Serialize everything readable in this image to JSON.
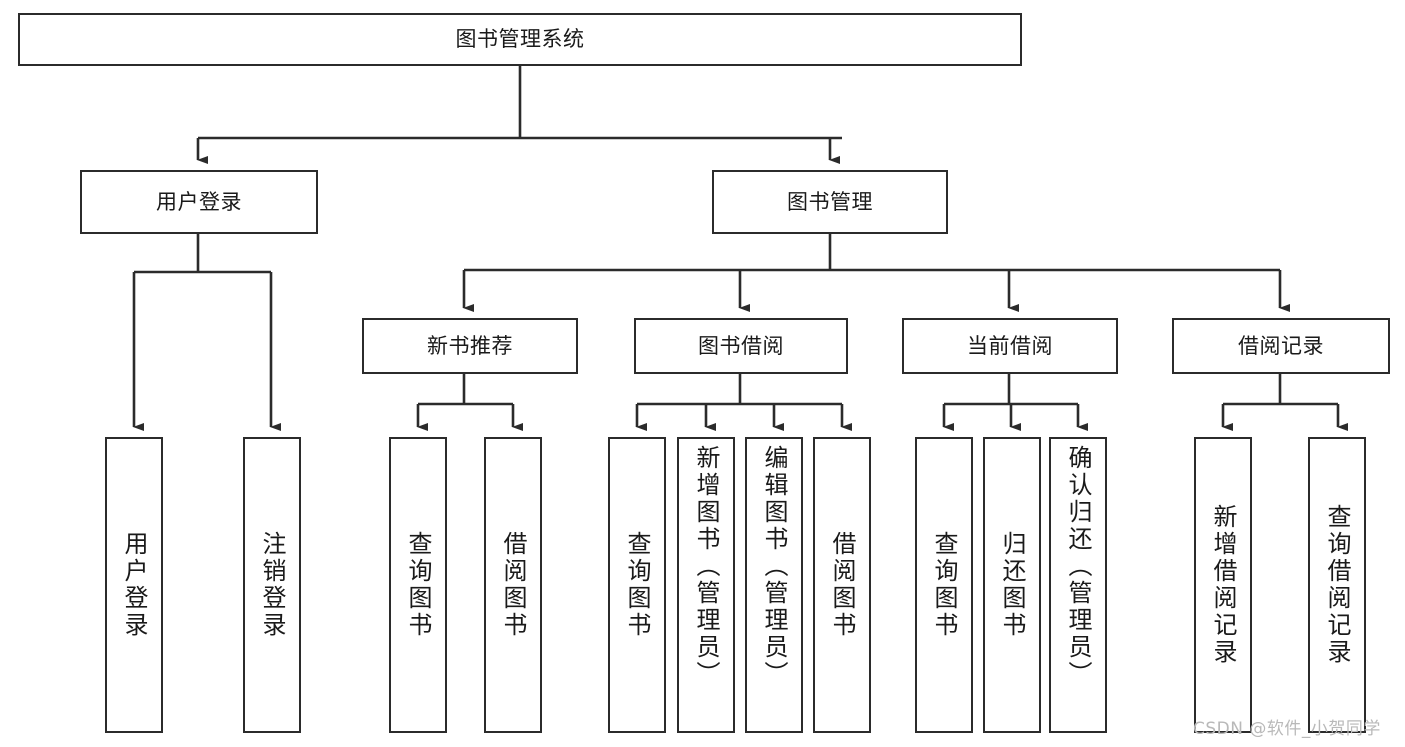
{
  "diagram": {
    "title": "图书管理系统",
    "type": "tree-hierarchy",
    "watermark": "CSDN @软件_小贺同学",
    "colors": {
      "stroke": "#2b2b2b",
      "fill": "#ffffff",
      "text": "#1a1a1a",
      "watermark": "#b9b9b9"
    },
    "nodes": {
      "root": {
        "label": "图书管理系统",
        "level": 0
      },
      "l1": [
        {
          "label": "用户登录",
          "level": 1
        },
        {
          "label": "图书管理",
          "level": 1
        }
      ],
      "l2": [
        {
          "label": "新书推荐",
          "level": 2,
          "parent": "图书管理"
        },
        {
          "label": "图书借阅",
          "level": 2,
          "parent": "图书管理"
        },
        {
          "label": "当前借阅",
          "level": 2,
          "parent": "图书管理"
        },
        {
          "label": "借阅记录",
          "level": 2,
          "parent": "图书管理"
        }
      ],
      "leaves": [
        {
          "label": "用户登录",
          "parent": "用户登录"
        },
        {
          "label": "注销登录",
          "parent": "用户登录"
        },
        {
          "label": "查询图书",
          "parent": "新书推荐"
        },
        {
          "label": "借阅图书",
          "parent": "新书推荐"
        },
        {
          "label": "查询图书",
          "parent": "图书借阅"
        },
        {
          "label": "新增图书（管理员）",
          "parent": "图书借阅"
        },
        {
          "label": "编辑图书（管理员）",
          "parent": "图书借阅"
        },
        {
          "label": "借阅图书",
          "parent": "图书借阅"
        },
        {
          "label": "查询图书",
          "parent": "当前借阅"
        },
        {
          "label": "归还图书",
          "parent": "当前借阅"
        },
        {
          "label": "确认归还（管理员）",
          "parent": "当前借阅"
        },
        {
          "label": "新增借阅记录",
          "parent": "借阅记录"
        },
        {
          "label": "查询借阅记录",
          "parent": "借阅记录"
        }
      ]
    }
  }
}
